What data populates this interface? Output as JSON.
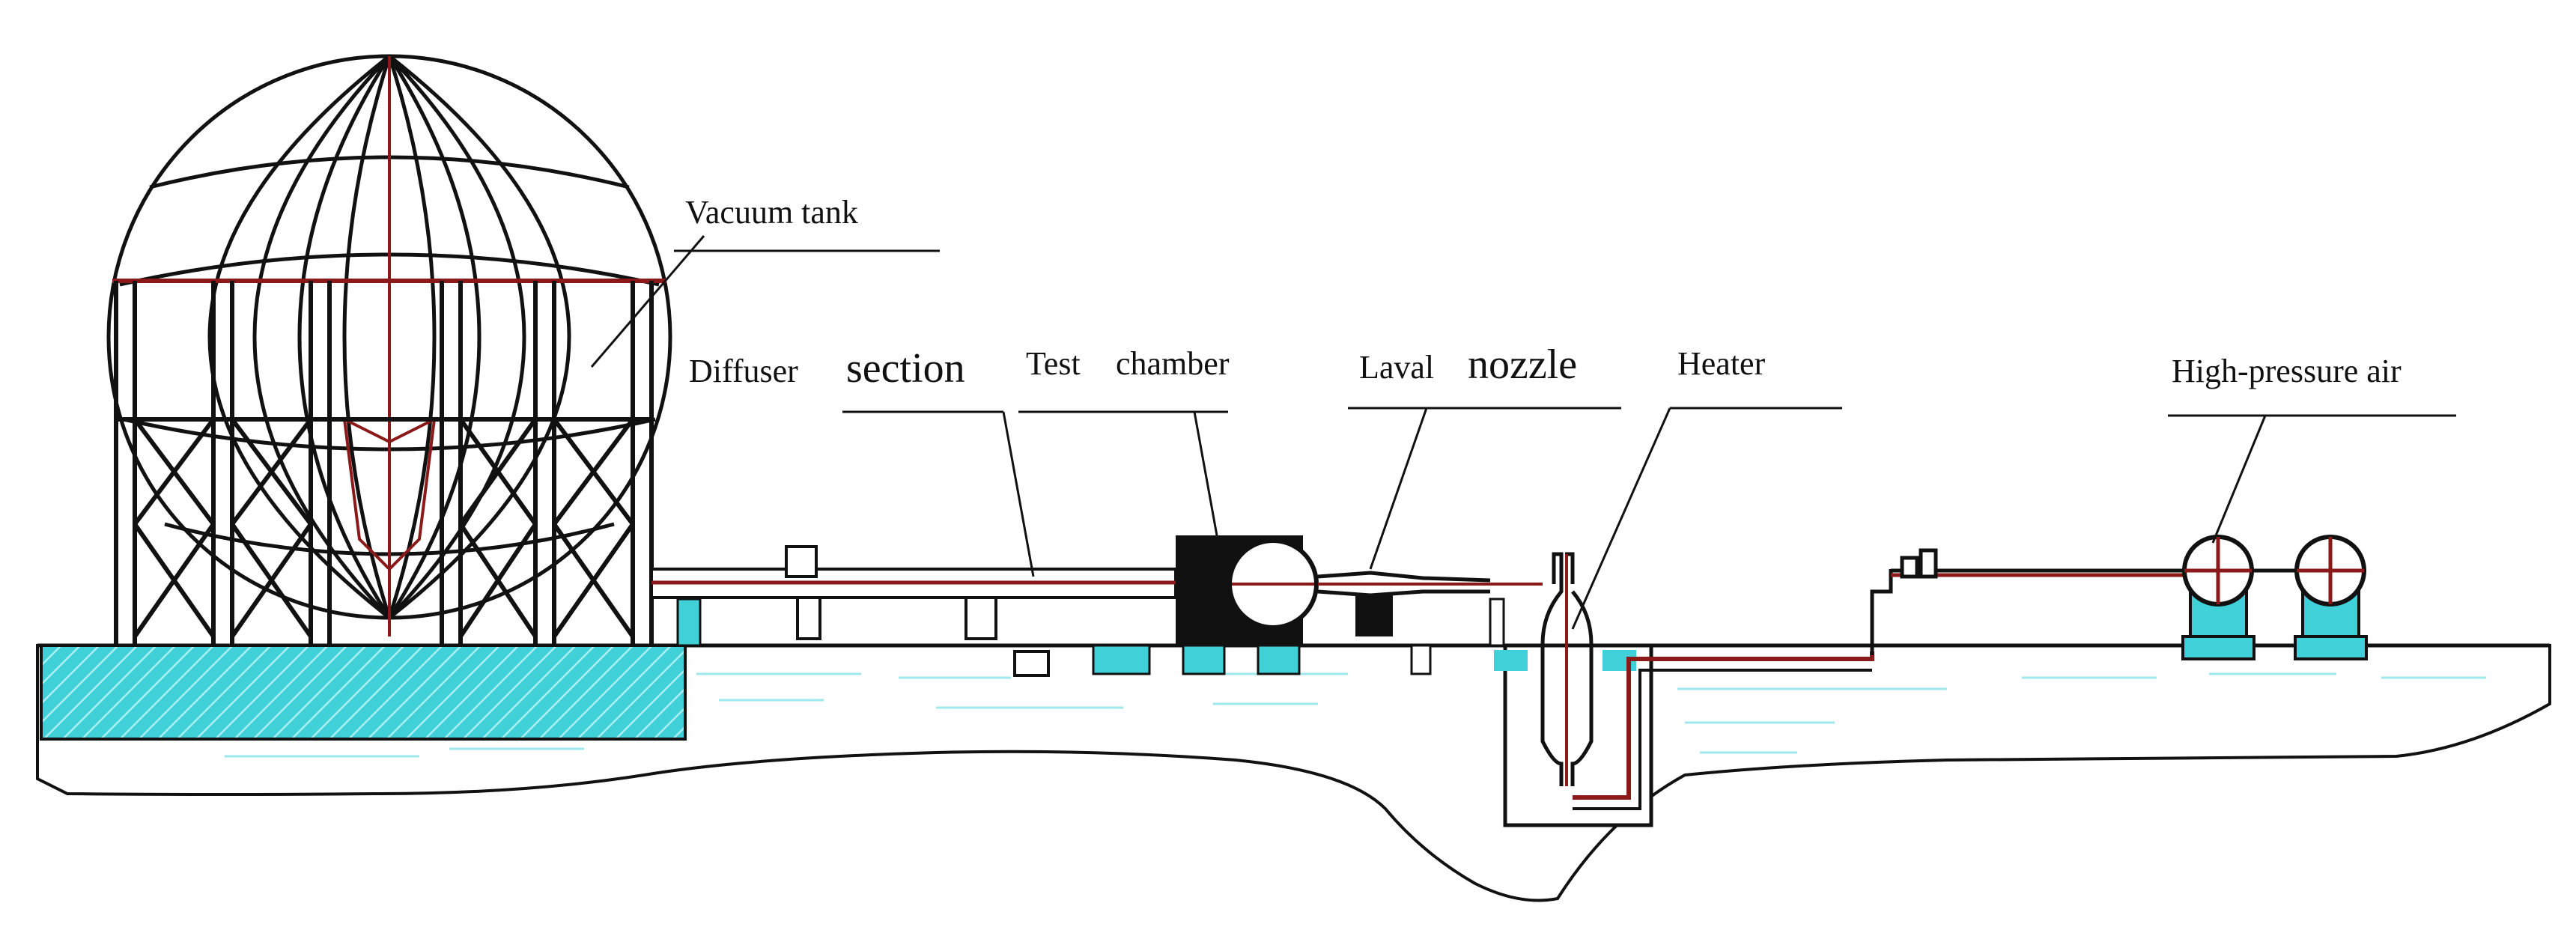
{
  "labels": {
    "vacuum_tank": "Vacuum tank",
    "diffuser_prefix": "Diffuser",
    "diffuser_suffix": "section",
    "test_prefix": "Test",
    "test_suffix": "chamber",
    "laval_prefix": "Laval",
    "laval_suffix": "nozzle",
    "heater": "Heater",
    "high_pressure_air": "High-pressure air"
  },
  "colors": {
    "line": "#111111",
    "pipe": "#8a1a1a",
    "water": "#40d0d8",
    "water_light": "#9ee8ee",
    "ground_fill": "#ffffff"
  }
}
